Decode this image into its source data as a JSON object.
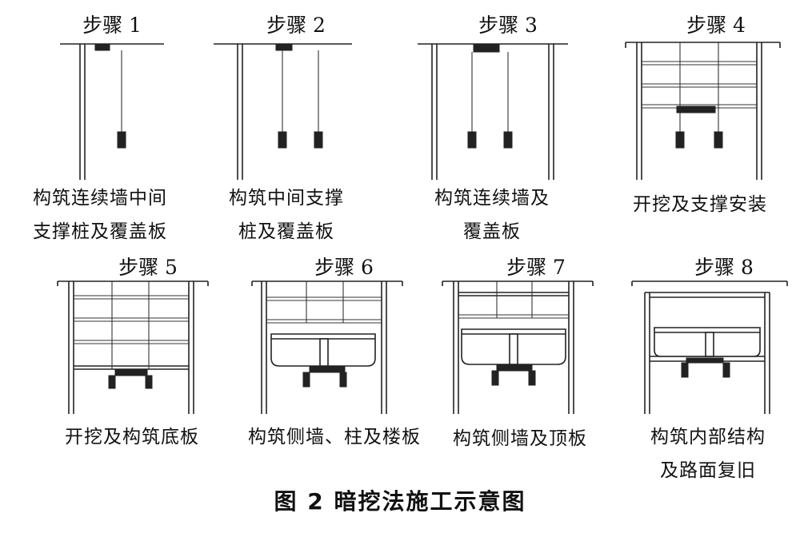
{
  "steps": [
    {
      "title": "步骤 1",
      "caption": [
        "构筑连续墙中间",
        "支撑桩及覆盖板"
      ]
    },
    {
      "title": "步骤 2",
      "caption": [
        "构筑中间支撑",
        "桩及覆盖板"
      ]
    },
    {
      "title": "步骤 3",
      "caption": [
        "构筑连续墙及",
        "覆盖板"
      ]
    },
    {
      "title": "步骤 4",
      "caption": [
        "开挖及支撑安装"
      ]
    },
    {
      "title": "步骤 5",
      "caption": [
        "开挖及构筑底板"
      ]
    },
    {
      "title": "步骤 6",
      "caption": [
        "构筑侧墙、柱及楼板"
      ]
    },
    {
      "title": "步骤 7",
      "caption": [
        "构筑侧墙及顶板"
      ]
    },
    {
      "title": "步骤 8",
      "caption": [
        "构筑内部结构",
        "及路面复旧"
      ]
    }
  ],
  "figure_title": "图 2  暗挖法施工示意图"
}
